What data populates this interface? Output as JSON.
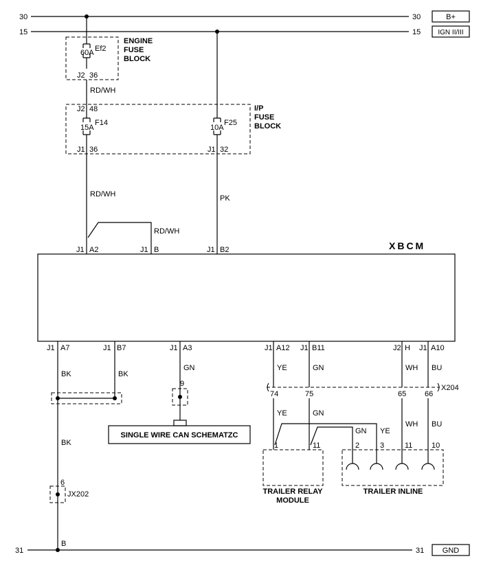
{
  "rails": {
    "r30_left": "30",
    "r30_right": "30",
    "r30_box": "B+",
    "r15_left": "15",
    "r15_right": "15",
    "r15_box": "IGN II/III",
    "r31_left": "31",
    "r31_right": "31",
    "r31_box": "GND"
  },
  "engine_fuse_block": {
    "title_line1": "ENGINE",
    "title_line2": "FUSE",
    "title_line3": "BLOCK",
    "fuse_name": "Ef2",
    "fuse_rating": "60A",
    "conn": "J2",
    "pin": "36"
  },
  "wire_rdwh_1": "RD/WH",
  "ip_fuse_block": {
    "title_line1": "I/P",
    "title_line2": "FUSE",
    "title_line3": "BLOCK",
    "in_conn": "J2",
    "in_pin": "48",
    "f14_name": "F14",
    "f14_rating": "15A",
    "f14_conn": "J1",
    "f14_pin": "36",
    "f25_name": "F25",
    "f25_rating": "10A",
    "f25_conn": "J1",
    "f25_pin": "32"
  },
  "wire_rdwh_2": "RD/WH",
  "wire_pk": "PK",
  "wire_rdwh_3": "RD/WH",
  "xbcm": {
    "title": "XBCM",
    "top_pins": [
      {
        "conn": "J1",
        "pin": "A2"
      },
      {
        "conn": "J1",
        "pin": "B"
      },
      {
        "conn": "J1",
        "pin": "B2"
      }
    ],
    "bottom_pins": [
      {
        "conn": "J1",
        "pin": "A7"
      },
      {
        "conn": "J1",
        "pin": "B7"
      },
      {
        "conn": "J1",
        "pin": "A3"
      },
      {
        "conn": "J1",
        "pin": "A12"
      },
      {
        "conn": "J1",
        "pin": "B11"
      },
      {
        "conn": "J2",
        "pin": "H"
      },
      {
        "conn": "J1",
        "pin": "A10"
      }
    ]
  },
  "wires_bottom": {
    "a7": "BK",
    "b7": "BK",
    "a3": "GN",
    "a12": "YE",
    "b11": "GN",
    "h": "WH",
    "a10": "BU",
    "bk_lower": "BK",
    "ye_lower": "YE",
    "gn_lower": "GN",
    "wh_lower": "WH",
    "bu_lower": "BU",
    "gn_cross": "GN",
    "ye_cross": "YE"
  },
  "x204": {
    "name": "X204",
    "pins": [
      "74",
      "75",
      "65",
      "66"
    ]
  },
  "splice_9": "9",
  "can_box": "SINGLE WIRE CAN SCHEMATZC",
  "jx202": {
    "name": "JX202",
    "pin": "6"
  },
  "ground_pin": "B",
  "trailer_relay": {
    "line1": "TRAILER RELAY",
    "line2": "MODULE",
    "pins": [
      "1",
      "11"
    ]
  },
  "trailer_inline": {
    "label": "TRAILER INLINE",
    "pins": [
      "2",
      "3",
      "11",
      "10"
    ]
  }
}
